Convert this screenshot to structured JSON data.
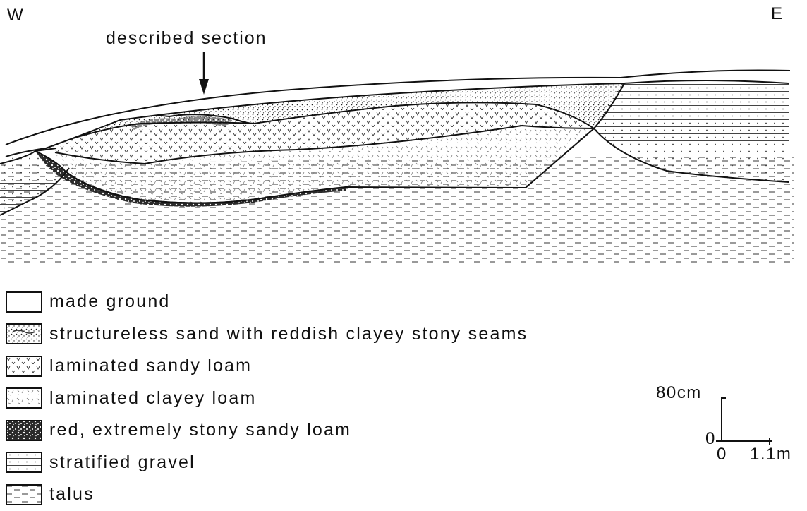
{
  "orientation": {
    "west": "W",
    "east": "E"
  },
  "marker": {
    "label": "described section"
  },
  "legend": [
    {
      "pattern": "made-ground",
      "label": "made ground"
    },
    {
      "pattern": "structureless-sand",
      "label": "structureless sand with reddish clayey stony seams"
    },
    {
      "pattern": "laminated-sandy-loam",
      "label": "laminated sandy loam"
    },
    {
      "pattern": "laminated-clayey-loam",
      "label": "laminated clayey loam"
    },
    {
      "pattern": "red-stony-sandy-loam",
      "label": "red, extremely stony sandy loam"
    },
    {
      "pattern": "stratified-gravel",
      "label": "stratified gravel"
    },
    {
      "pattern": "talus",
      "label": "talus"
    }
  ],
  "scale": {
    "vertical_label": "80cm",
    "origin_label": "0",
    "x_origin_label": "0",
    "horizontal_label": "1.1m"
  }
}
